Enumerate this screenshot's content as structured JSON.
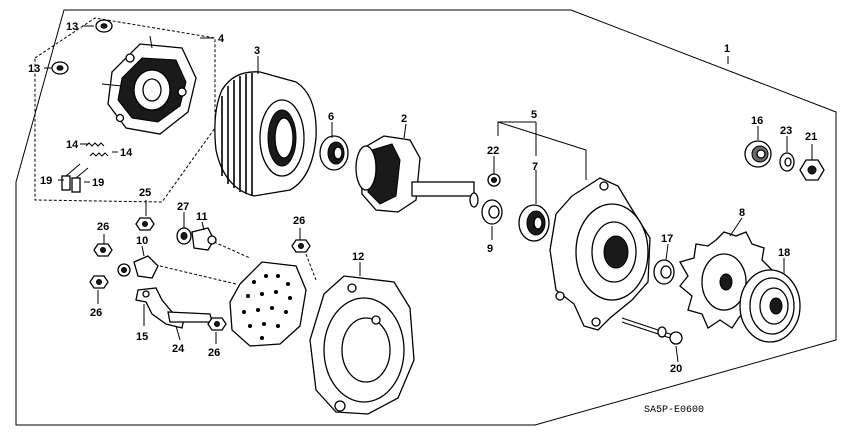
{
  "diagram_code": "SA5P-E0600",
  "callouts": {
    "c1": "1",
    "c2": "2",
    "c3": "3",
    "c4": "4",
    "c5": "5",
    "c6": "6",
    "c7": "7",
    "c8": "8",
    "c9": "9",
    "c10": "10",
    "c11": "11",
    "c12": "12",
    "c13a": "13",
    "c13b": "13",
    "c14a": "14",
    "c14b": "14",
    "c15": "15",
    "c16": "16",
    "c17": "17",
    "c18": "18",
    "c19a": "19",
    "c19b": "19",
    "c20": "20",
    "c21": "21",
    "c22": "22",
    "c23": "23",
    "c24": "24",
    "c25": "25",
    "c26a": "26",
    "c26b": "26",
    "c26c": "26",
    "c26d": "26",
    "c27": "27"
  }
}
